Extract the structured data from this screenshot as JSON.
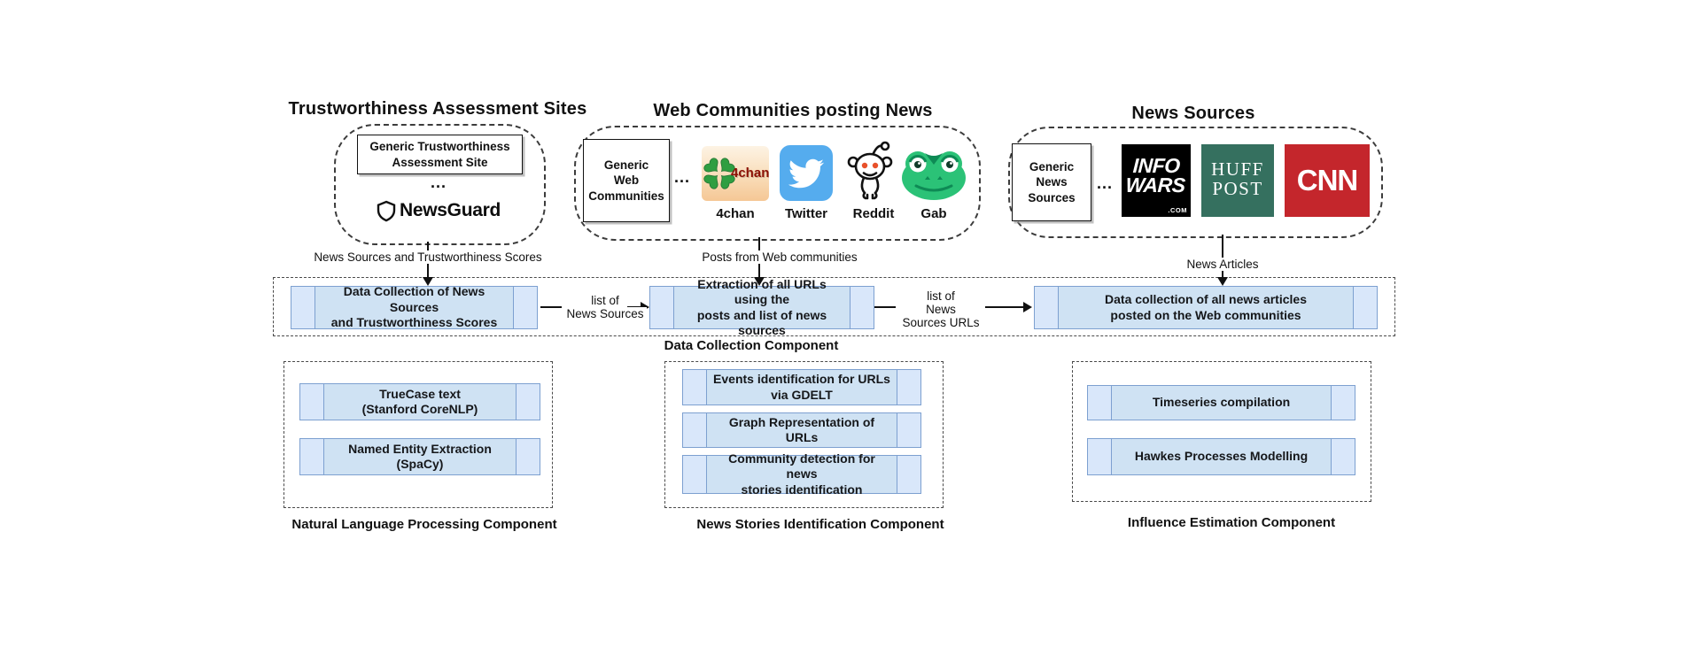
{
  "top": {
    "trust": {
      "title": "Trustworthiness Assessment Sites",
      "generic_box": {
        "line1": "Generic Trustworthiness",
        "line2": "Assessment Site"
      },
      "ellipsis": "...",
      "newsguard": {
        "label": "NewsGuard",
        "icon": "shield-icon"
      }
    },
    "web": {
      "title": "Web Communities posting News",
      "generic_box": {
        "line1": "Generic",
        "line2": "Web",
        "line3": "Communities"
      },
      "ellipsis": "...",
      "communities": [
        {
          "label": "4chan",
          "wordmark": "4chan",
          "icon": "clover-icon"
        },
        {
          "label": "Twitter",
          "icon": "twitter-bird-icon"
        },
        {
          "label": "Reddit",
          "icon": "reddit-alien-icon"
        },
        {
          "label": "Gab",
          "icon": "frog-icon"
        }
      ]
    },
    "news": {
      "title": "News Sources",
      "generic_box": {
        "line1": "Generic",
        "line2": "News",
        "line3": "Sources"
      },
      "ellipsis": "...",
      "logos": {
        "infowars": {
          "line1": "INFO",
          "line2": "WARS",
          "suffix": ".COM"
        },
        "huffpost": {
          "line1": "HUFF",
          "line2": "POST"
        },
        "cnn": {
          "label": "CNN"
        }
      }
    }
  },
  "flows": {
    "trust_to_dc": "News Sources and Trustworthiness Scores",
    "web_to_dc": "Posts from Web communities",
    "news_to_dc": "News Articles",
    "dc_internal_1": {
      "line1": "list of",
      "line2": "News Sources"
    },
    "dc_internal_2": {
      "line1": "list of",
      "line2": "News",
      "line3": "Sources URLs"
    }
  },
  "data_collection": {
    "caption": "Data Collection Component",
    "box1": {
      "line1": "Data Collection of News Sources",
      "line2": "and Trustworthiness Scores"
    },
    "box2": {
      "line1": "Extraction of all URLs using the",
      "line2": "posts and list of news sources"
    },
    "box3": {
      "line1": "Data collection of all news articles",
      "line2": "posted on the Web communities"
    }
  },
  "nlp": {
    "caption": "Natural Language Processing Component",
    "box1": {
      "line1": "TrueCase text",
      "line2": "(Stanford CoreNLP)"
    },
    "box2": {
      "line1": "Named Entity Extraction",
      "line2": "(SpaCy)"
    }
  },
  "stories": {
    "caption": "News Stories Identification Component",
    "box1": {
      "line1": "Events identification for URLs",
      "line2": "via GDELT"
    },
    "box2": {
      "line1": "Graph Representation of URLs"
    },
    "box3": {
      "line1": "Community detection for news",
      "line2": "stories identification"
    }
  },
  "influence": {
    "caption": "Influence Estimation Component",
    "box1": {
      "line1": "Timeseries compilation"
    },
    "box2": {
      "line1": "Hawkes Processes Modelling"
    }
  },
  "colors": {
    "process_box_fill": "#cfe2f3",
    "process_box_border": "#7da0d0",
    "twitter_blue": "#55acee",
    "gab_green": "#2bc277",
    "cnn_red": "#c4262c",
    "huffpost_green": "#35705f",
    "infowars_black": "#000000",
    "fourchan_text_red": "#8c1004",
    "clover_green": "#2f9e41",
    "reddit_eye_orange": "#e8502a"
  }
}
